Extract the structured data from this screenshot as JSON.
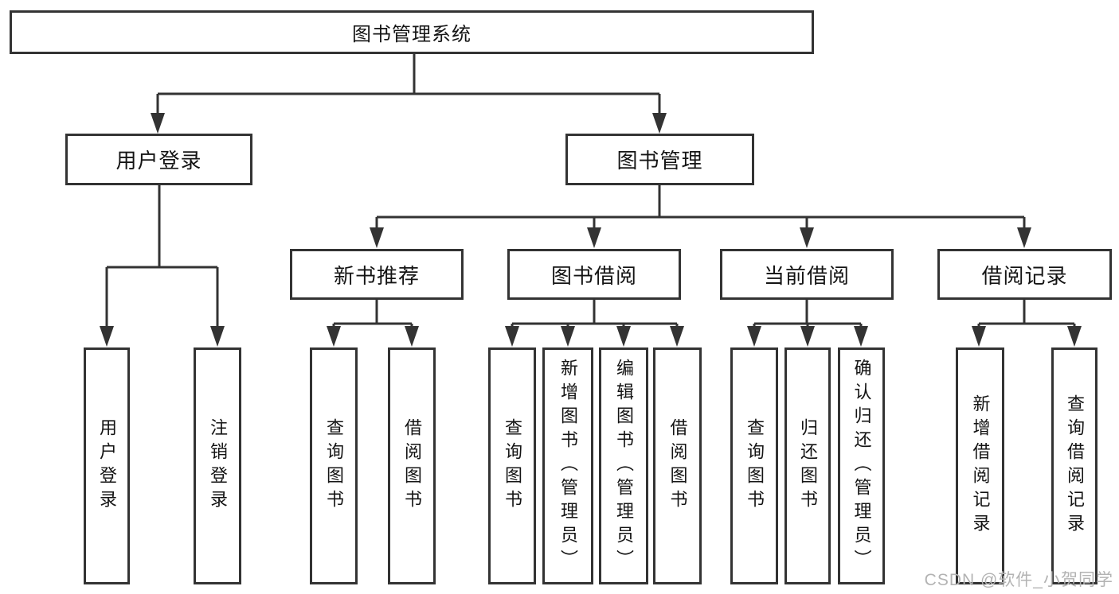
{
  "diagram": {
    "title": "图书管理系统",
    "root": {
      "label": "图书管理系统"
    },
    "level1": [
      {
        "label": "用户登录"
      },
      {
        "label": "图书管理"
      }
    ],
    "level2": [
      {
        "label": "新书推荐"
      },
      {
        "label": "图书借阅"
      },
      {
        "label": "当前借阅"
      },
      {
        "label": "借阅记录"
      }
    ],
    "leaves": [
      {
        "label": "用户登录",
        "parent": "用户登录"
      },
      {
        "label": "注销登录",
        "parent": "用户登录"
      },
      {
        "label": "查询图书",
        "parent": "新书推荐"
      },
      {
        "label": "借阅图书",
        "parent": "新书推荐"
      },
      {
        "label": "查询图书",
        "parent": "图书借阅"
      },
      {
        "label": "新增图书（管理员）",
        "parent": "图书借阅"
      },
      {
        "label": "编辑图书（管理员）",
        "parent": "图书借阅"
      },
      {
        "label": "借阅图书",
        "parent": "图书借阅"
      },
      {
        "label": "查询图书",
        "parent": "当前借阅"
      },
      {
        "label": "归还图书",
        "parent": "当前借阅"
      },
      {
        "label": "确认归还（管理员）",
        "parent": "当前借阅"
      },
      {
        "label": "新增借阅记录",
        "parent": "借阅记录"
      },
      {
        "label": "查询借阅记录",
        "parent": "借阅记录"
      }
    ],
    "watermark": "CSDN @软件_小贺同学",
    "colors": {
      "line": "#333333",
      "text": "#141414",
      "watermark": "#b3b3b3",
      "background": "#ffffff"
    }
  }
}
